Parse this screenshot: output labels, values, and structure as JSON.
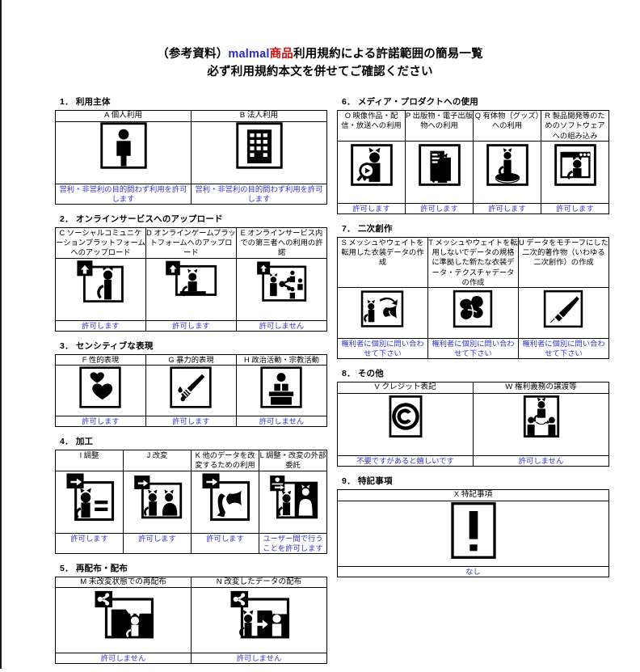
{
  "document": {
    "title_line1_pre": "（参考資料）",
    "title_line1_brand": "malmal",
    "title_line1_brand2": "商品",
    "title_line1_post": "利用規約による許諾範囲の簡易一覧",
    "title_line2": "必ず利用規約本文を併せてご確認ください",
    "colors": {
      "brand_blue": "#2b2bc9",
      "brand_red": "#cc1111",
      "permission_blue": "#3333cc",
      "text_black": "#000000"
    }
  },
  "sections": [
    {
      "id": "s1",
      "heading": "1． 利用主体",
      "columns": [
        {
          "label": "A 個人利用",
          "icon": "person-icon",
          "permission": "営利・非営利の目的問わず利用を許可します"
        },
        {
          "label": "B 法人利用",
          "icon": "building-icon",
          "permission": "営利・非営利の目的問わず利用を許可します"
        }
      ]
    },
    {
      "id": "s2",
      "heading": "2． オンラインサービスへのアップロード",
      "columns": [
        {
          "label": "C ソーシャルコミュニケーションプラットフォームへのアップロード",
          "icon": "upload-cat-icon",
          "permission": "許可します"
        },
        {
          "label": "D オンラインゲームプラットフォームへのアップロード",
          "icon": "upload-cat-monitor-icon",
          "permission": "許可します"
        },
        {
          "label": "E オンラインサービス内での第三者への利用の許諾",
          "icon": "upload-share-people-icon",
          "permission": "許可しません"
        }
      ]
    },
    {
      "id": "s3",
      "heading": "3． センシティブな表現",
      "columns": [
        {
          "label": "F 性的表現",
          "icon": "hearts-icon",
          "permission": "許可します"
        },
        {
          "label": "G 暴力的表現",
          "icon": "knife-blood-icon",
          "permission": "許可します"
        },
        {
          "label": "H 政治活動・宗教活動",
          "icon": "podium-speaker-icon",
          "permission": "許可しません"
        }
      ]
    },
    {
      "id": "s4",
      "heading": "4． 加工",
      "columns": [
        {
          "label": "I 調整",
          "icon": "arrow-cat-equal-icon",
          "permission": "許可します"
        },
        {
          "label": "J 改変",
          "icon": "arrow-cat-cat-icon",
          "permission": "許可します"
        },
        {
          "label": "K 他のデータを改変するための利用",
          "icon": "arrow-cat-shape-icon",
          "permission": "許可します"
        },
        {
          "label": "L 調整・改変の外部委託",
          "icon": "outsource-cat-person-icon",
          "permission": "ユーザー間で行うことを許可します"
        }
      ]
    },
    {
      "id": "s5",
      "heading": "5． 再配布・配布",
      "columns": [
        {
          "label": "M 未改変状態での再配布",
          "icon": "share-folder-cat-icon",
          "permission": "許可しません"
        },
        {
          "label": "N 改変したデータの配布",
          "icon": "share-cat-transfer-icon",
          "permission": "許可しません"
        }
      ]
    },
    {
      "id": "s6",
      "heading": "6． メディア・プロダクトへの使用",
      "columns": [
        {
          "label": "O 映像作品・配信・放送への利用",
          "icon": "video-play-cat-icon",
          "permission": "許可します"
        },
        {
          "label": "P 出版物・電子出版物への利用",
          "icon": "document-cat-icon",
          "permission": "許可します"
        },
        {
          "label": "Q 有体物（グッズ）への利用",
          "icon": "figurine-cat-icon",
          "permission": "許可します"
        },
        {
          "label": "R 製品開発等のためのソフトウェアへの組み込み",
          "icon": "software-window-cat-icon",
          "permission": "許可します"
        }
      ]
    },
    {
      "id": "s7",
      "heading": "7． 二次創作",
      "columns": [
        {
          "label": "S メッシュやウェイトを転用した衣装データの作成",
          "icon": "cat-mesh-reuse-icon",
          "permission": "権利者に個別に問い合わせて下さい"
        },
        {
          "label": "T メッシュやウェイトを転用しないでデータの規格に準拠した新たな衣装データ・テクスチャデータの作成",
          "icon": "mesh-cloth-icon",
          "permission": "権利者に個別に問い合わせて下さい"
        },
        {
          "label": "U データをモチーフにした二次的著作物（いわゆる二次創作）の作成",
          "icon": "paintbrush-icon",
          "permission": "権利者に個別に問い合わせて下さい"
        }
      ]
    },
    {
      "id": "s8",
      "heading": "8． その他",
      "columns": [
        {
          "label": "V クレジット表記",
          "icon": "copyright-icon",
          "permission": "不要ですがあると嬉しいです"
        },
        {
          "label": "W 権利義務の譲渡等",
          "icon": "transfer-people-cat-icon",
          "permission": "許可しません"
        }
      ]
    },
    {
      "id": "s9",
      "heading": "9． 特記事項",
      "columns": [
        {
          "label": "X 特記事項",
          "icon": "exclamation-icon",
          "permission": "なし"
        }
      ]
    }
  ]
}
